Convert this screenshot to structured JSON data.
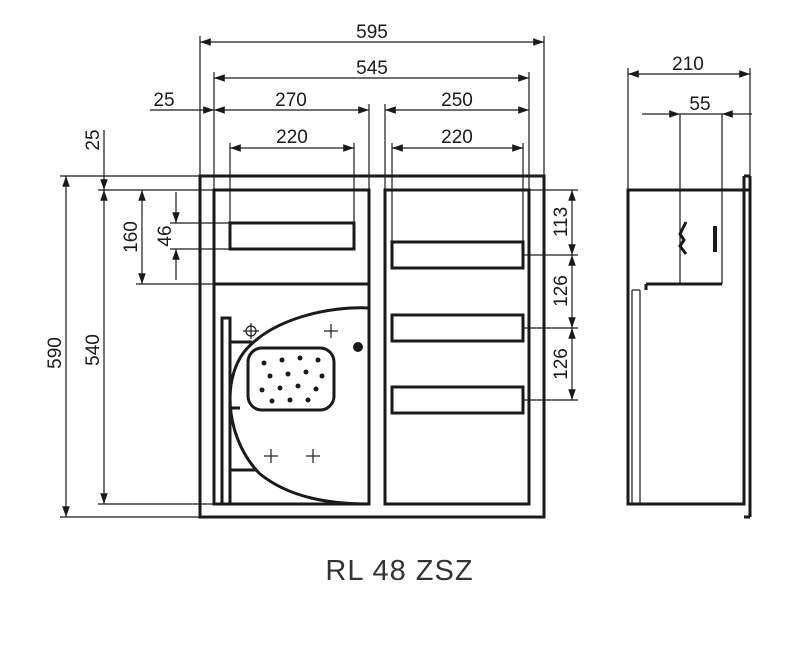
{
  "title": "RL 48 ZSZ",
  "dimensions": {
    "overall_width": "595",
    "inner_width": "545",
    "side_offset": "25",
    "left_section": "270",
    "right_section": "250",
    "left_slot": "220",
    "right_slot": "220",
    "top_offset": "25",
    "overall_height": "590",
    "inner_height": "540",
    "upper_zone": "160",
    "slot_height": "46",
    "right_first": "113",
    "right_pitch_1": "126",
    "right_pitch_2": "126",
    "depth": "210",
    "handle_offset": "55"
  },
  "colors": {
    "line": "#1a1a1a",
    "title": "#333333"
  }
}
